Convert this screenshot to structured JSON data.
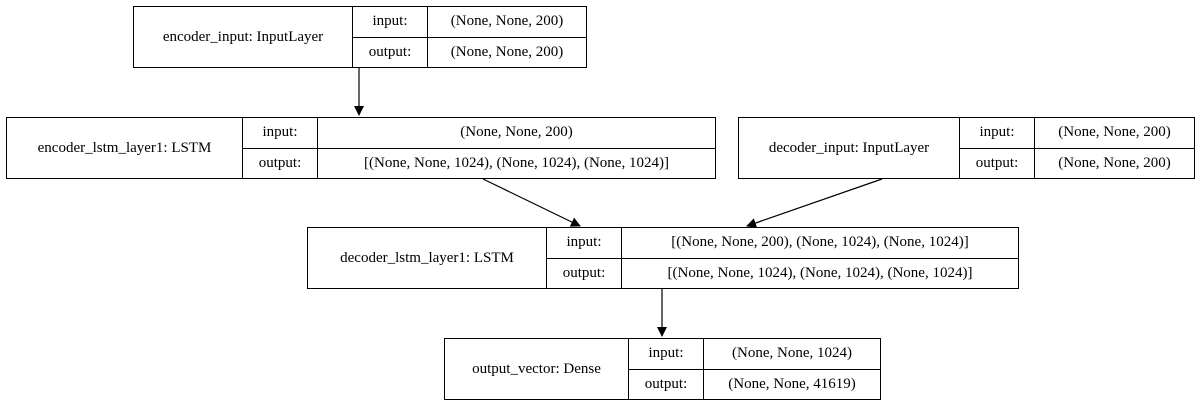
{
  "nodes": {
    "encoder_input": {
      "name": "encoder_input: InputLayer",
      "input_label": "input:",
      "input_value": "(None, None, 200)",
      "output_label": "output:",
      "output_value": "(None, None, 200)"
    },
    "encoder_lstm": {
      "name": "encoder_lstm_layer1: LSTM",
      "input_label": "input:",
      "input_value": "(None, None, 200)",
      "output_label": "output:",
      "output_value": "[(None, None, 1024), (None, 1024), (None, 1024)]"
    },
    "decoder_input": {
      "name": "decoder_input: InputLayer",
      "input_label": "input:",
      "input_value": "(None, None, 200)",
      "output_label": "output:",
      "output_value": "(None, None, 200)"
    },
    "decoder_lstm": {
      "name": "decoder_lstm_layer1: LSTM",
      "input_label": "input:",
      "input_value": "[(None, None, 200), (None, 1024), (None, 1024)]",
      "output_label": "output:",
      "output_value": "[(None, None, 1024), (None, 1024), (None, 1024)]"
    },
    "output_vector": {
      "name": "output_vector: Dense",
      "input_label": "input:",
      "input_value": "(None, None, 1024)",
      "output_label": "output:",
      "output_value": "(None, None, 41619)"
    }
  },
  "edges": [
    {
      "from": "encoder_input",
      "to": "encoder_lstm"
    },
    {
      "from": "encoder_lstm",
      "to": "decoder_lstm"
    },
    {
      "from": "decoder_input",
      "to": "decoder_lstm"
    },
    {
      "from": "decoder_lstm",
      "to": "output_vector"
    }
  ],
  "colors": {
    "line": "#000000",
    "background": "#ffffff"
  }
}
